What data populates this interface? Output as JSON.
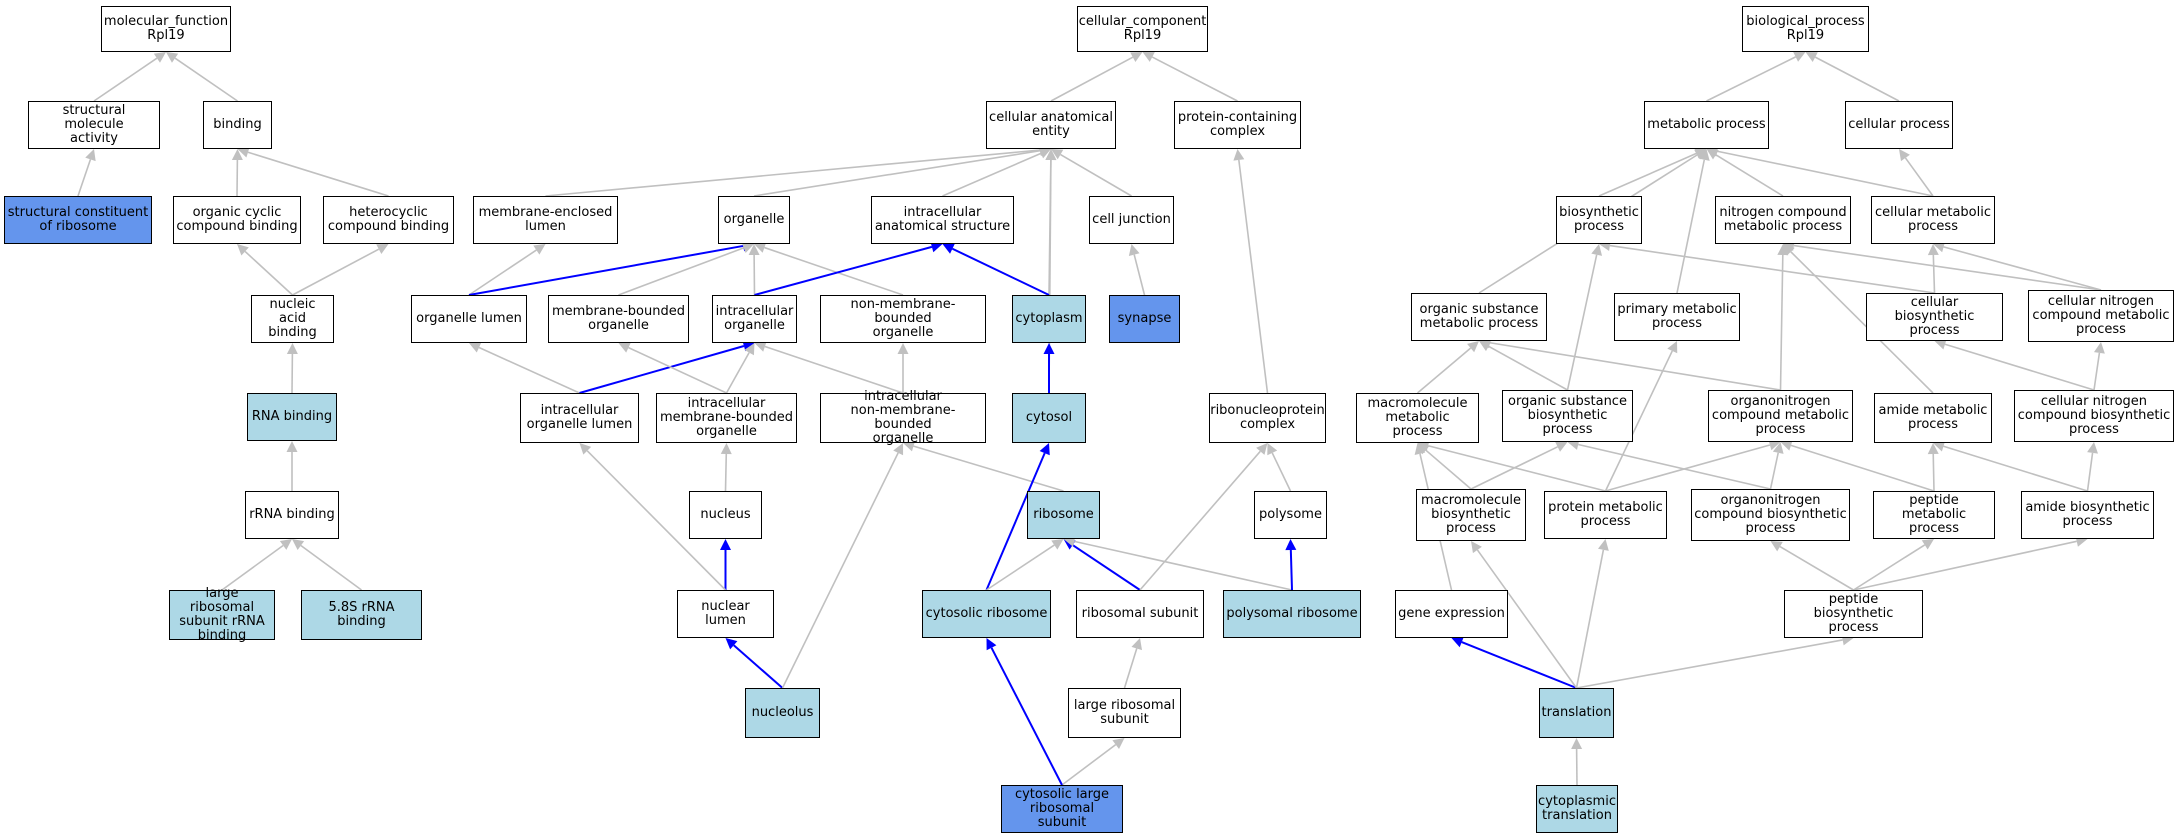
{
  "colors": {
    "default_fill": "#ffffff",
    "highlight_fill": "#add8e6",
    "strong_fill": "#6495ed",
    "edge_grey": "#c0c0c0",
    "edge_blue": "#0000ff"
  },
  "nodes": {
    "mf_root": {
      "label": "molecular_function\nRpl19",
      "fill": "white"
    },
    "struct_mol_act": {
      "label": "structural molecule\nactivity",
      "fill": "white"
    },
    "binding": {
      "label": "binding",
      "fill": "white"
    },
    "struct_const_ribo": {
      "label": "structural constituent\nof ribosome",
      "fill": "strong"
    },
    "org_cyclic": {
      "label": "organic cyclic\ncompound binding",
      "fill": "white"
    },
    "heterocyclic": {
      "label": "heterocyclic\ncompound binding",
      "fill": "white"
    },
    "nucleic_acid": {
      "label": "nucleic acid\nbinding",
      "fill": "white"
    },
    "rna_binding": {
      "label": "RNA binding",
      "fill": "light"
    },
    "rrna_binding": {
      "label": "rRNA binding",
      "fill": "white"
    },
    "lsu_rrna": {
      "label": "large ribosomal\nsubunit rRNA\nbinding",
      "fill": "light"
    },
    "rrna58s": {
      "label": "5.8S rRNA binding",
      "fill": "light"
    },
    "cc_root": {
      "label": "cellular_component\nRpl19",
      "fill": "white"
    },
    "cae": {
      "label": "cellular anatomical\nentity",
      "fill": "white"
    },
    "pcc": {
      "label": "protein-containing\ncomplex",
      "fill": "white"
    },
    "mel": {
      "label": "membrane-enclosed\nlumen",
      "fill": "white"
    },
    "organelle": {
      "label": "organelle",
      "fill": "white"
    },
    "ias": {
      "label": "intracellular\nanatomical structure",
      "fill": "white"
    },
    "cell_junction": {
      "label": "cell junction",
      "fill": "white"
    },
    "org_lumen": {
      "label": "organelle lumen",
      "fill": "white"
    },
    "mbo": {
      "label": "membrane-bounded\norganelle",
      "fill": "white"
    },
    "intra_org": {
      "label": "intracellular\norganelle",
      "fill": "white"
    },
    "nmbo": {
      "label": "non-membrane-bounded\norganelle",
      "fill": "white"
    },
    "cytoplasm": {
      "label": "cytoplasm",
      "fill": "light"
    },
    "synapse": {
      "label": "synapse",
      "fill": "strong"
    },
    "iol": {
      "label": "intracellular\norganelle lumen",
      "fill": "white"
    },
    "imbo": {
      "label": "intracellular\nmembrane-bounded\norganelle",
      "fill": "white"
    },
    "inmbo": {
      "label": "intracellular\nnon-membrane-bounded\norganelle",
      "fill": "white"
    },
    "cytosol": {
      "label": "cytosol",
      "fill": "light"
    },
    "rnp": {
      "label": "ribonucleoprotein\ncomplex",
      "fill": "white"
    },
    "nucleus": {
      "label": "nucleus",
      "fill": "white"
    },
    "ribosome": {
      "label": "ribosome",
      "fill": "light"
    },
    "polysome": {
      "label": "polysome",
      "fill": "white"
    },
    "nuclear_lumen": {
      "label": "nuclear lumen",
      "fill": "white"
    },
    "cyto_ribo": {
      "label": "cytosolic ribosome",
      "fill": "light"
    },
    "ribo_sub": {
      "label": "ribosomal subunit",
      "fill": "white"
    },
    "poly_ribo": {
      "label": "polysomal ribosome",
      "fill": "light"
    },
    "nucleolus": {
      "label": "nucleolus",
      "fill": "light"
    },
    "lsu": {
      "label": "large ribosomal\nsubunit",
      "fill": "white"
    },
    "cyto_lsu": {
      "label": "cytosolic large\nribosomal subunit",
      "fill": "strong"
    },
    "bp_root": {
      "label": "biological_process\nRpl19",
      "fill": "white"
    },
    "metab": {
      "label": "metabolic process",
      "fill": "white"
    },
    "cell_proc": {
      "label": "cellular process",
      "fill": "white"
    },
    "biosyn": {
      "label": "biosynthetic\nprocess",
      "fill": "white"
    },
    "ncmp": {
      "label": "nitrogen compound\nmetabolic process",
      "fill": "white"
    },
    "cmp": {
      "label": "cellular metabolic\nprocess",
      "fill": "white"
    },
    "osmp": {
      "label": "organic substance\nmetabolic process",
      "fill": "white"
    },
    "pmp": {
      "label": "primary metabolic\nprocess",
      "fill": "white"
    },
    "cbp": {
      "label": "cellular biosynthetic\nprocess",
      "fill": "white"
    },
    "cncmp": {
      "label": "cellular nitrogen\ncompound metabolic\nprocess",
      "fill": "white"
    },
    "mmp": {
      "label": "macromolecule\nmetabolic process",
      "fill": "white"
    },
    "osbp": {
      "label": "organic substance\nbiosynthetic\nprocess",
      "fill": "white"
    },
    "oncmp": {
      "label": "organonitrogen\ncompound metabolic\nprocess",
      "fill": "white"
    },
    "amp": {
      "label": "amide metabolic\nprocess",
      "fill": "white"
    },
    "cncbp": {
      "label": "cellular nitrogen\ncompound biosynthetic\nprocess",
      "fill": "white"
    },
    "mbp": {
      "label": "macromolecule\nbiosynthetic\nprocess",
      "fill": "white"
    },
    "protmp": {
      "label": "protein metabolic\nprocess",
      "fill": "white"
    },
    "oncbp": {
      "label": "organonitrogen\ncompound biosynthetic\nprocess",
      "fill": "white"
    },
    "pepmp": {
      "label": "peptide metabolic\nprocess",
      "fill": "white"
    },
    "abp": {
      "label": "amide biosynthetic\nprocess",
      "fill": "white"
    },
    "gene_expr": {
      "label": "gene expression",
      "fill": "white"
    },
    "pepbp": {
      "label": "peptide biosynthetic\nprocess",
      "fill": "white"
    },
    "translation": {
      "label": "translation",
      "fill": "light"
    },
    "cyto_transl": {
      "label": "cytoplasmic\ntranslation",
      "fill": "light"
    }
  },
  "edges": [
    [
      "struct_mol_act",
      "mf_root",
      "grey"
    ],
    [
      "binding",
      "mf_root",
      "grey"
    ],
    [
      "struct_const_ribo",
      "struct_mol_act",
      "grey"
    ],
    [
      "org_cyclic",
      "binding",
      "grey"
    ],
    [
      "heterocyclic",
      "binding",
      "grey"
    ],
    [
      "nucleic_acid",
      "org_cyclic",
      "grey"
    ],
    [
      "nucleic_acid",
      "heterocyclic",
      "grey"
    ],
    [
      "rna_binding",
      "nucleic_acid",
      "grey"
    ],
    [
      "rrna_binding",
      "rna_binding",
      "grey"
    ],
    [
      "lsu_rrna",
      "rrna_binding",
      "grey"
    ],
    [
      "rrna58s",
      "rrna_binding",
      "grey"
    ],
    [
      "cae",
      "cc_root",
      "grey"
    ],
    [
      "pcc",
      "cc_root",
      "grey"
    ],
    [
      "mel",
      "cae",
      "grey"
    ],
    [
      "organelle",
      "cae",
      "grey"
    ],
    [
      "ias",
      "cae",
      "grey"
    ],
    [
      "cell_junction",
      "cae",
      "grey"
    ],
    [
      "cytoplasm",
      "cae",
      "grey"
    ],
    [
      "cytosol",
      "cae",
      "grey"
    ],
    [
      "synapse",
      "cell_junction",
      "grey"
    ],
    [
      "org_lumen",
      "mel",
      "grey"
    ],
    [
      "org_lumen",
      "organelle",
      "blue"
    ],
    [
      "mbo",
      "organelle",
      "grey"
    ],
    [
      "intra_org",
      "organelle",
      "grey"
    ],
    [
      "nmbo",
      "organelle",
      "grey"
    ],
    [
      "intra_org",
      "ias",
      "blue"
    ],
    [
      "cytoplasm",
      "ias",
      "blue"
    ],
    [
      "cytosol",
      "cytoplasm",
      "blue"
    ],
    [
      "iol",
      "org_lumen",
      "grey"
    ],
    [
      "iol",
      "intra_org",
      "blue"
    ],
    [
      "imbo",
      "mbo",
      "grey"
    ],
    [
      "imbo",
      "intra_org",
      "grey"
    ],
    [
      "inmbo",
      "intra_org",
      "grey"
    ],
    [
      "inmbo",
      "nmbo",
      "grey"
    ],
    [
      "nucleus",
      "imbo",
      "grey"
    ],
    [
      "nuclear_lumen",
      "nucleus",
      "blue"
    ],
    [
      "nuclear_lumen",
      "iol",
      "grey"
    ],
    [
      "nucleolus",
      "nuclear_lumen",
      "blue"
    ],
    [
      "nucleolus",
      "inmbo",
      "grey"
    ],
    [
      "ribosome",
      "inmbo",
      "grey"
    ],
    [
      "cyto_ribo",
      "cytosol",
      "blue"
    ],
    [
      "cyto_ribo",
      "ribosome",
      "grey"
    ],
    [
      "ribo_sub",
      "ribosome",
      "blue"
    ],
    [
      "poly_ribo",
      "ribosome",
      "grey"
    ],
    [
      "ribo_sub",
      "rnp",
      "grey"
    ],
    [
      "rnp",
      "pcc",
      "grey"
    ],
    [
      "polysome",
      "rnp",
      "grey"
    ],
    [
      "poly_ribo",
      "polysome",
      "blue"
    ],
    [
      "lsu",
      "ribo_sub",
      "grey"
    ],
    [
      "cyto_lsu",
      "lsu",
      "grey"
    ],
    [
      "cyto_lsu",
      "cyto_ribo",
      "blue"
    ],
    [
      "metab",
      "bp_root",
      "grey"
    ],
    [
      "cell_proc",
      "bp_root",
      "grey"
    ],
    [
      "biosyn",
      "metab",
      "grey"
    ],
    [
      "ncmp",
      "metab",
      "grey"
    ],
    [
      "cmp",
      "metab",
      "grey"
    ],
    [
      "cmp",
      "cell_proc",
      "grey"
    ],
    [
      "osmp",
      "metab",
      "grey"
    ],
    [
      "pmp",
      "metab",
      "grey"
    ],
    [
      "cbp",
      "biosyn",
      "grey"
    ],
    [
      "cbp",
      "cmp",
      "grey"
    ],
    [
      "cncmp",
      "ncmp",
      "grey"
    ],
    [
      "cncmp",
      "cmp",
      "grey"
    ],
    [
      "mmp",
      "osmp",
      "grey"
    ],
    [
      "osbp",
      "osmp",
      "grey"
    ],
    [
      "osbp",
      "biosyn",
      "grey"
    ],
    [
      "oncmp",
      "osmp",
      "grey"
    ],
    [
      "oncmp",
      "ncmp",
      "grey"
    ],
    [
      "amp",
      "ncmp",
      "grey"
    ],
    [
      "cncbp",
      "cbp",
      "grey"
    ],
    [
      "cncbp",
      "cncmp",
      "grey"
    ],
    [
      "mbp",
      "mmp",
      "grey"
    ],
    [
      "mbp",
      "osbp",
      "grey"
    ],
    [
      "protmp",
      "mmp",
      "grey"
    ],
    [
      "protmp",
      "pmp",
      "grey"
    ],
    [
      "protmp",
      "oncmp",
      "grey"
    ],
    [
      "oncbp",
      "osbp",
      "grey"
    ],
    [
      "oncbp",
      "oncmp",
      "grey"
    ],
    [
      "pepmp",
      "amp",
      "grey"
    ],
    [
      "pepmp",
      "oncmp",
      "grey"
    ],
    [
      "abp",
      "amp",
      "grey"
    ],
    [
      "abp",
      "cncbp",
      "grey"
    ],
    [
      "gene_expr",
      "mmp",
      "grey"
    ],
    [
      "pepbp",
      "pepmp",
      "grey"
    ],
    [
      "pepbp",
      "oncbp",
      "grey"
    ],
    [
      "pepbp",
      "abp",
      "grey"
    ],
    [
      "translation",
      "gene_expr",
      "blue"
    ],
    [
      "translation",
      "pepbp",
      "grey"
    ],
    [
      "translation",
      "protmp",
      "grey"
    ],
    [
      "translation",
      "mbp",
      "grey"
    ],
    [
      "cyto_transl",
      "translation",
      "grey"
    ]
  ]
}
